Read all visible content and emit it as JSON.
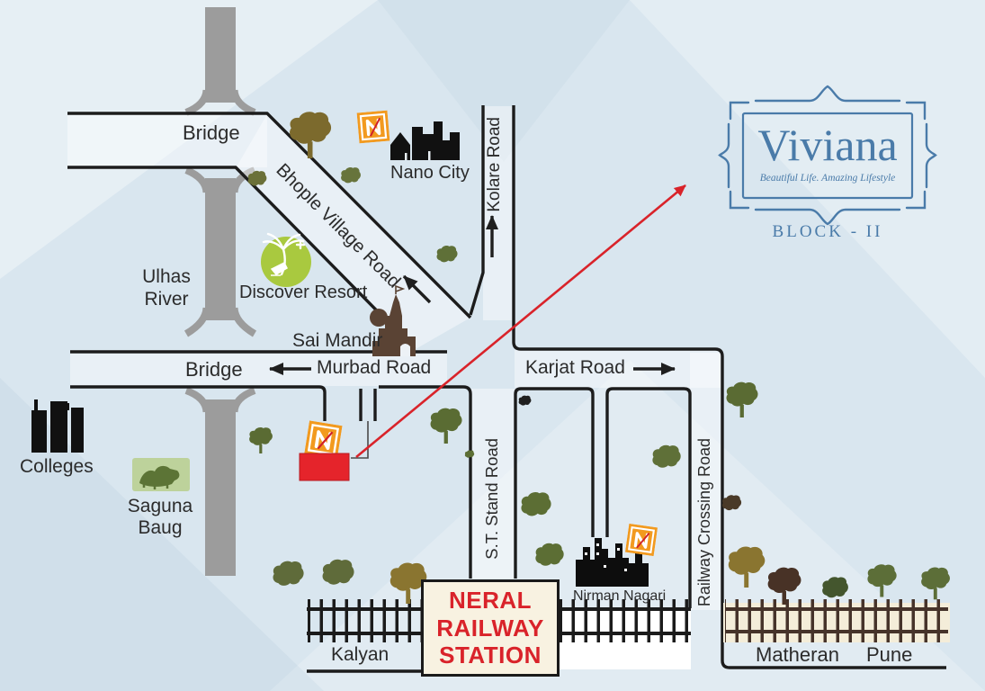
{
  "brand": {
    "name": "Viviana",
    "tagline": "Beautiful Life. Amazing Lifestyle",
    "block": "BLOCK - II",
    "color": "#4a7ba9"
  },
  "roads": {
    "bhople_village": "Bhople Village Road",
    "kolare": "Kolare Road",
    "murbad": "Murbad Road",
    "karjat": "Karjat Road",
    "st_stand": "S.T. Stand Road",
    "railway_crossing": "Railway Crossing Road"
  },
  "bridges": {
    "north": "Bridge",
    "south": "Bridge"
  },
  "river": {
    "name_line1": "Ulhas",
    "name_line2": "River",
    "color": "#9c9c9c"
  },
  "landmarks": {
    "nano_city": "Nano City",
    "discover_resort": "Discover Resort",
    "sai_mandir": "Sai Mandir",
    "colleges": "Colleges",
    "saguna_baug_line1": "Saguna",
    "saguna_baug_line2": "Baug",
    "nirman_nagari": "Nirman Nagari"
  },
  "station": {
    "line1": "NERAL",
    "line2": "RAILWAY",
    "line3": "STATION",
    "color": "#d9232a"
  },
  "destinations": {
    "west": "Kalyan",
    "southeast1": "Matheran",
    "southeast2": "Pune"
  },
  "site": {
    "marker_color": "#e5242b",
    "arrow_color": "#d9232a",
    "logo_color": "#f29a1f"
  }
}
